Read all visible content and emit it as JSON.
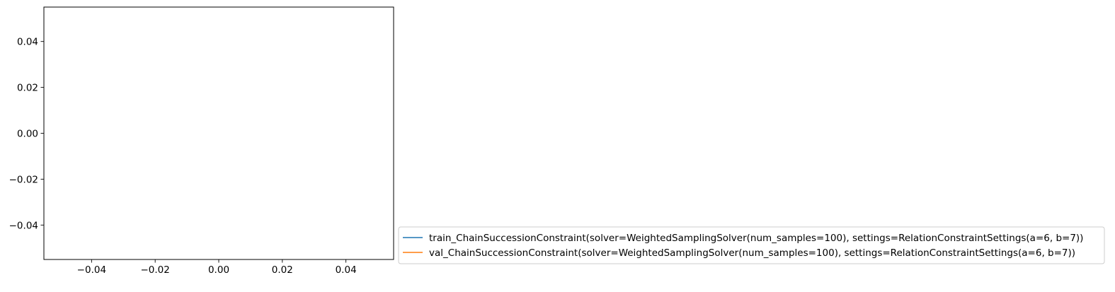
{
  "chart_data": {
    "type": "line",
    "xlim": [
      -0.055,
      0.055
    ],
    "ylim": [
      -0.055,
      0.055
    ],
    "xticks": [
      {
        "value": -0.04,
        "label": "−0.04"
      },
      {
        "value": -0.02,
        "label": "−0.02"
      },
      {
        "value": 0.0,
        "label": "0.00"
      },
      {
        "value": 0.02,
        "label": "0.02"
      },
      {
        "value": 0.04,
        "label": "0.04"
      }
    ],
    "yticks": [
      {
        "value": -0.04,
        "label": "−0.04"
      },
      {
        "value": -0.02,
        "label": "−0.02"
      },
      {
        "value": 0.0,
        "label": "0.00"
      },
      {
        "value": 0.02,
        "label": "0.02"
      },
      {
        "value": 0.04,
        "label": "0.04"
      }
    ],
    "grid": false,
    "legend_position": "lower-right, outside axes",
    "series": [
      {
        "name": "train_ChainSuccessionConstraint(solver=WeightedSamplingSolver(num_samples=100), settings=RelationConstraintSettings(a=6, b=7))",
        "color": "#1f77b4",
        "x": [],
        "y": []
      },
      {
        "name": "val_ChainSuccessionConstraint(solver=WeightedSamplingSolver(num_samples=100), settings=RelationConstraintSettings(a=6, b=7))",
        "color": "#ff7f0e",
        "x": [],
        "y": []
      }
    ]
  }
}
